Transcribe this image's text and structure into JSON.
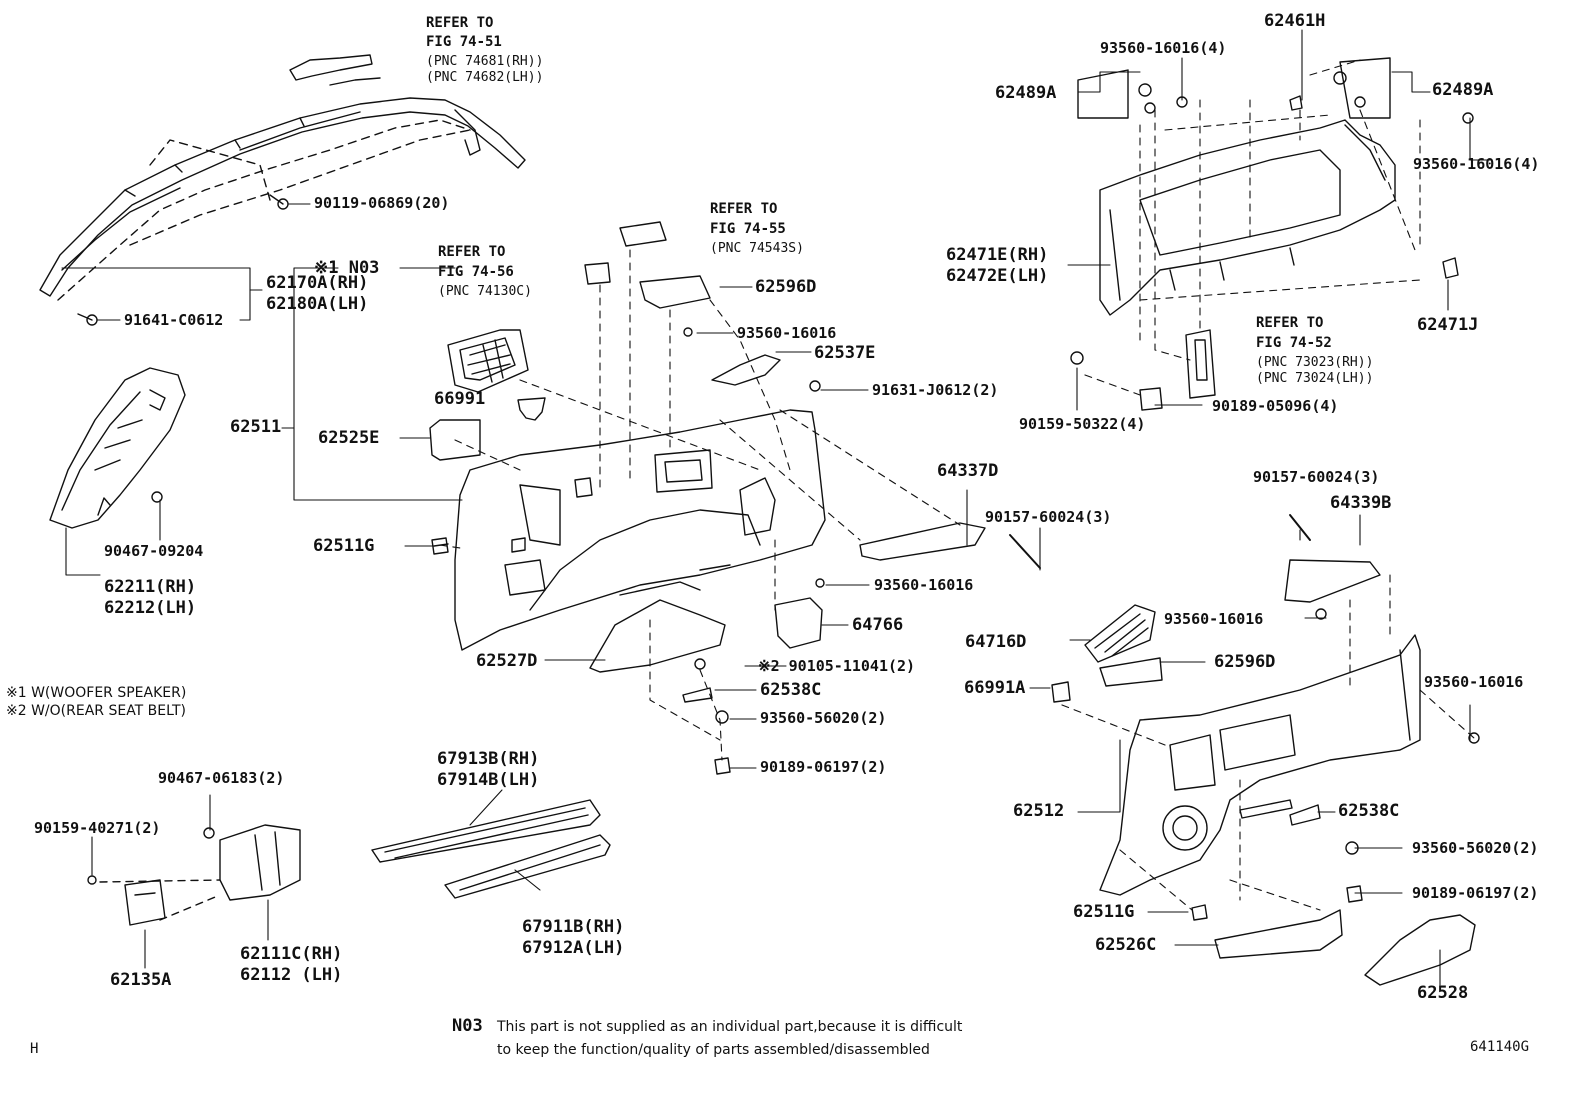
{
  "parts": {
    "p62170A": "62170A(RH)",
    "p62180A": "62180A(LH)",
    "p90119": "90119-06869(20)",
    "p91641": "91641-C0612",
    "p62211": "62211(RH)",
    "p62212": "62212(LH)",
    "p90467a": "90467-09204",
    "p62511": "62511",
    "pN03mark": "※1 N03",
    "p66991": "66991",
    "p62525E": "62525E",
    "p62511G1": "62511G",
    "p62527D": "62527D",
    "p62596D1": "62596D",
    "p93560a": "93560-16016",
    "p62537E": "62537E",
    "p91631": "91631-J0612(2)",
    "p64337D": "64337D",
    "p90157a": "90157-60024(3)",
    "p93560b": "93560-16016",
    "p64766": "64766",
    "p90105": "※2 90105-11041(2)",
    "p62538C1": "62538C",
    "p93560c": "93560-56020(2)",
    "p90189a": "90189-06197(2)",
    "p67913B": "67913B(RH)",
    "p67914B": "67914B(LH)",
    "p67911B": "67911B(RH)",
    "p67912A": "67912A(LH)",
    "p90467b": "90467-06183(2)",
    "p90159a": "90159-40271(2)",
    "p62111C": "62111C(RH)",
    "p62112": "62112  (LH)",
    "p62135A": "62135A",
    "p62461H": "62461H",
    "p93560d": "93560-16016(4)",
    "p62489A1": "62489A",
    "p62489A2": "62489A",
    "p93560e": "93560-16016(4)",
    "p62471E": "62471E(RH)",
    "p62472E": "62472E(LH)",
    "p62471J": "62471J",
    "p90159b": "90159-50322(4)",
    "p90189b": "90189-05096(4)",
    "p90157b": "90157-60024(3)",
    "p64339B": "64339B",
    "p93560f": "93560-16016",
    "p64716D": "64716D",
    "p62596D2": "62596D",
    "p66991A": "66991A",
    "p93560g": "93560-16016",
    "p62512": "62512",
    "p62538C2": "62538C",
    "p93560h": "93560-56020(2)",
    "p90189c": "90189-06197(2)",
    "p62511G2": "62511G",
    "p62526C": "62526C",
    "p62528": "62528"
  },
  "refs": {
    "r1_line1": "REFER TO",
    "r1_line2": "FIG 74-51",
    "r1_pnc1": "(PNC 74681(RH))",
    "r1_pnc2": "(PNC 74682(LH))",
    "r2_line1": "REFER TO",
    "r2_line2": "FIG 74-55",
    "r2_pnc1": "(PNC 74543S)",
    "r3_line1": "REFER TO",
    "r3_line2": "FIG 74-56",
    "r3_pnc1": "(PNC 74130C)",
    "r4_line1": "REFER TO",
    "r4_line2": "FIG 74-52",
    "r4_pnc1": "(PNC 73023(RH))",
    "r4_pnc2": "(PNC 73024(LH))"
  },
  "notes": {
    "n1": "※1 W(WOOFER SPEAKER)",
    "n2": "※2 W/O(REAR SEAT BELT)"
  },
  "footer": {
    "code": "N03",
    "line1": "This part is not supplied as an individual part,because it is difficult",
    "line2": "to keep the function/quality of parts assembled/disassembled",
    "left_mark": "H",
    "fig_id": "641140G"
  }
}
